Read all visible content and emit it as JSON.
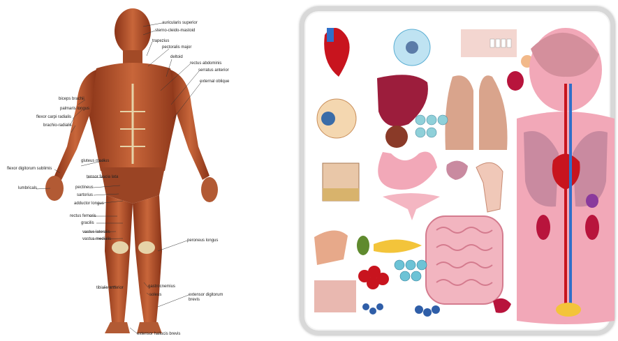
{
  "muscle_labels": [
    "auricularis superior",
    "sterno-cleido-mastoid",
    "trapezius",
    "pectoralis major",
    "deltoid",
    "rectus abdominis",
    "serratus anterior",
    "external oblique",
    "biceps brachii",
    "palmaris longus",
    "flexor carpi radialis",
    "brachio-radialis",
    "gluteus medius",
    "flexor digitorum sublimis",
    "tensor fascia lata",
    "lumbricals",
    "pectineus",
    "sartorius",
    "adductor longus",
    "rectus femoris",
    "gracilis",
    "vastus lateralis",
    "vastus medialis",
    "peroneus longus",
    "gastrocnemius",
    "tibialis anterior",
    "soleus",
    "extensor digitorum brevis",
    "extensor hallucis brevis"
  ],
  "colors": {
    "muscle": "#b5542e",
    "muscle_dark": "#7e2f17",
    "tendon": "#e6d3a8",
    "organ_pink": "#f2a8b8",
    "liver": "#9c1d3c",
    "lung": "#d9a48c",
    "vein_blue": "#2f6fc9",
    "artery_red": "#c8141e"
  }
}
